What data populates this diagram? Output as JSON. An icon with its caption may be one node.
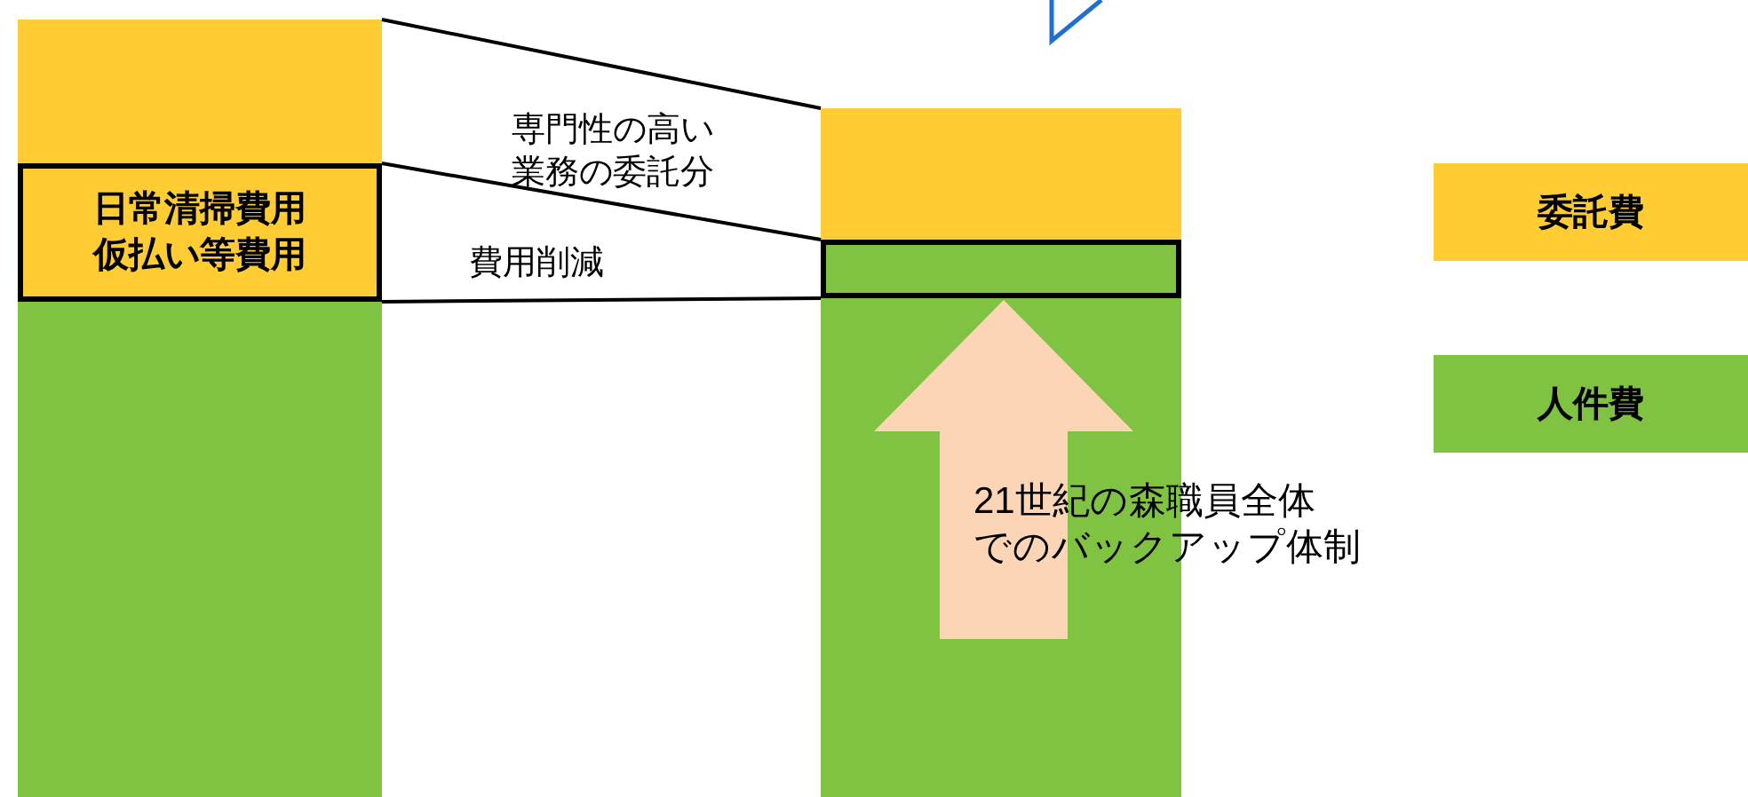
{
  "diagram": {
    "nodes": [
      {
        "text": [],
        "shape": "bar"
      },
      {
        "text": [
          "日常清掃費用",
          "仮払い等費用"
        ]
      },
      {
        "text": [],
        "shape": "bar"
      },
      {
        "text": [],
        "shape": "bar"
      },
      {
        "text": [],
        "shape": "bar"
      },
      {
        "text": [],
        "shape": "bar"
      }
    ],
    "edges": [
      {
        "from": 0,
        "to": 3,
        "arrow": "none"
      },
      {
        "from": 1,
        "to": 4,
        "arrow": "none"
      },
      {
        "from": 1,
        "to": 4,
        "arrow": "none"
      },
      {
        "from": null,
        "to": 4,
        "arrow": "to",
        "style": "thick",
        "color": "#fbd5b5"
      }
    ],
    "labels": [
      "専門性の高い業務の委託分",
      "費用削減",
      "21世紀の森職員全体でのバックアップ体制"
    ],
    "legend": [
      {
        "text": "委託費",
        "color": "#ffcc33"
      },
      {
        "text": "人件費",
        "color": "#80c342"
      }
    ]
  }
}
